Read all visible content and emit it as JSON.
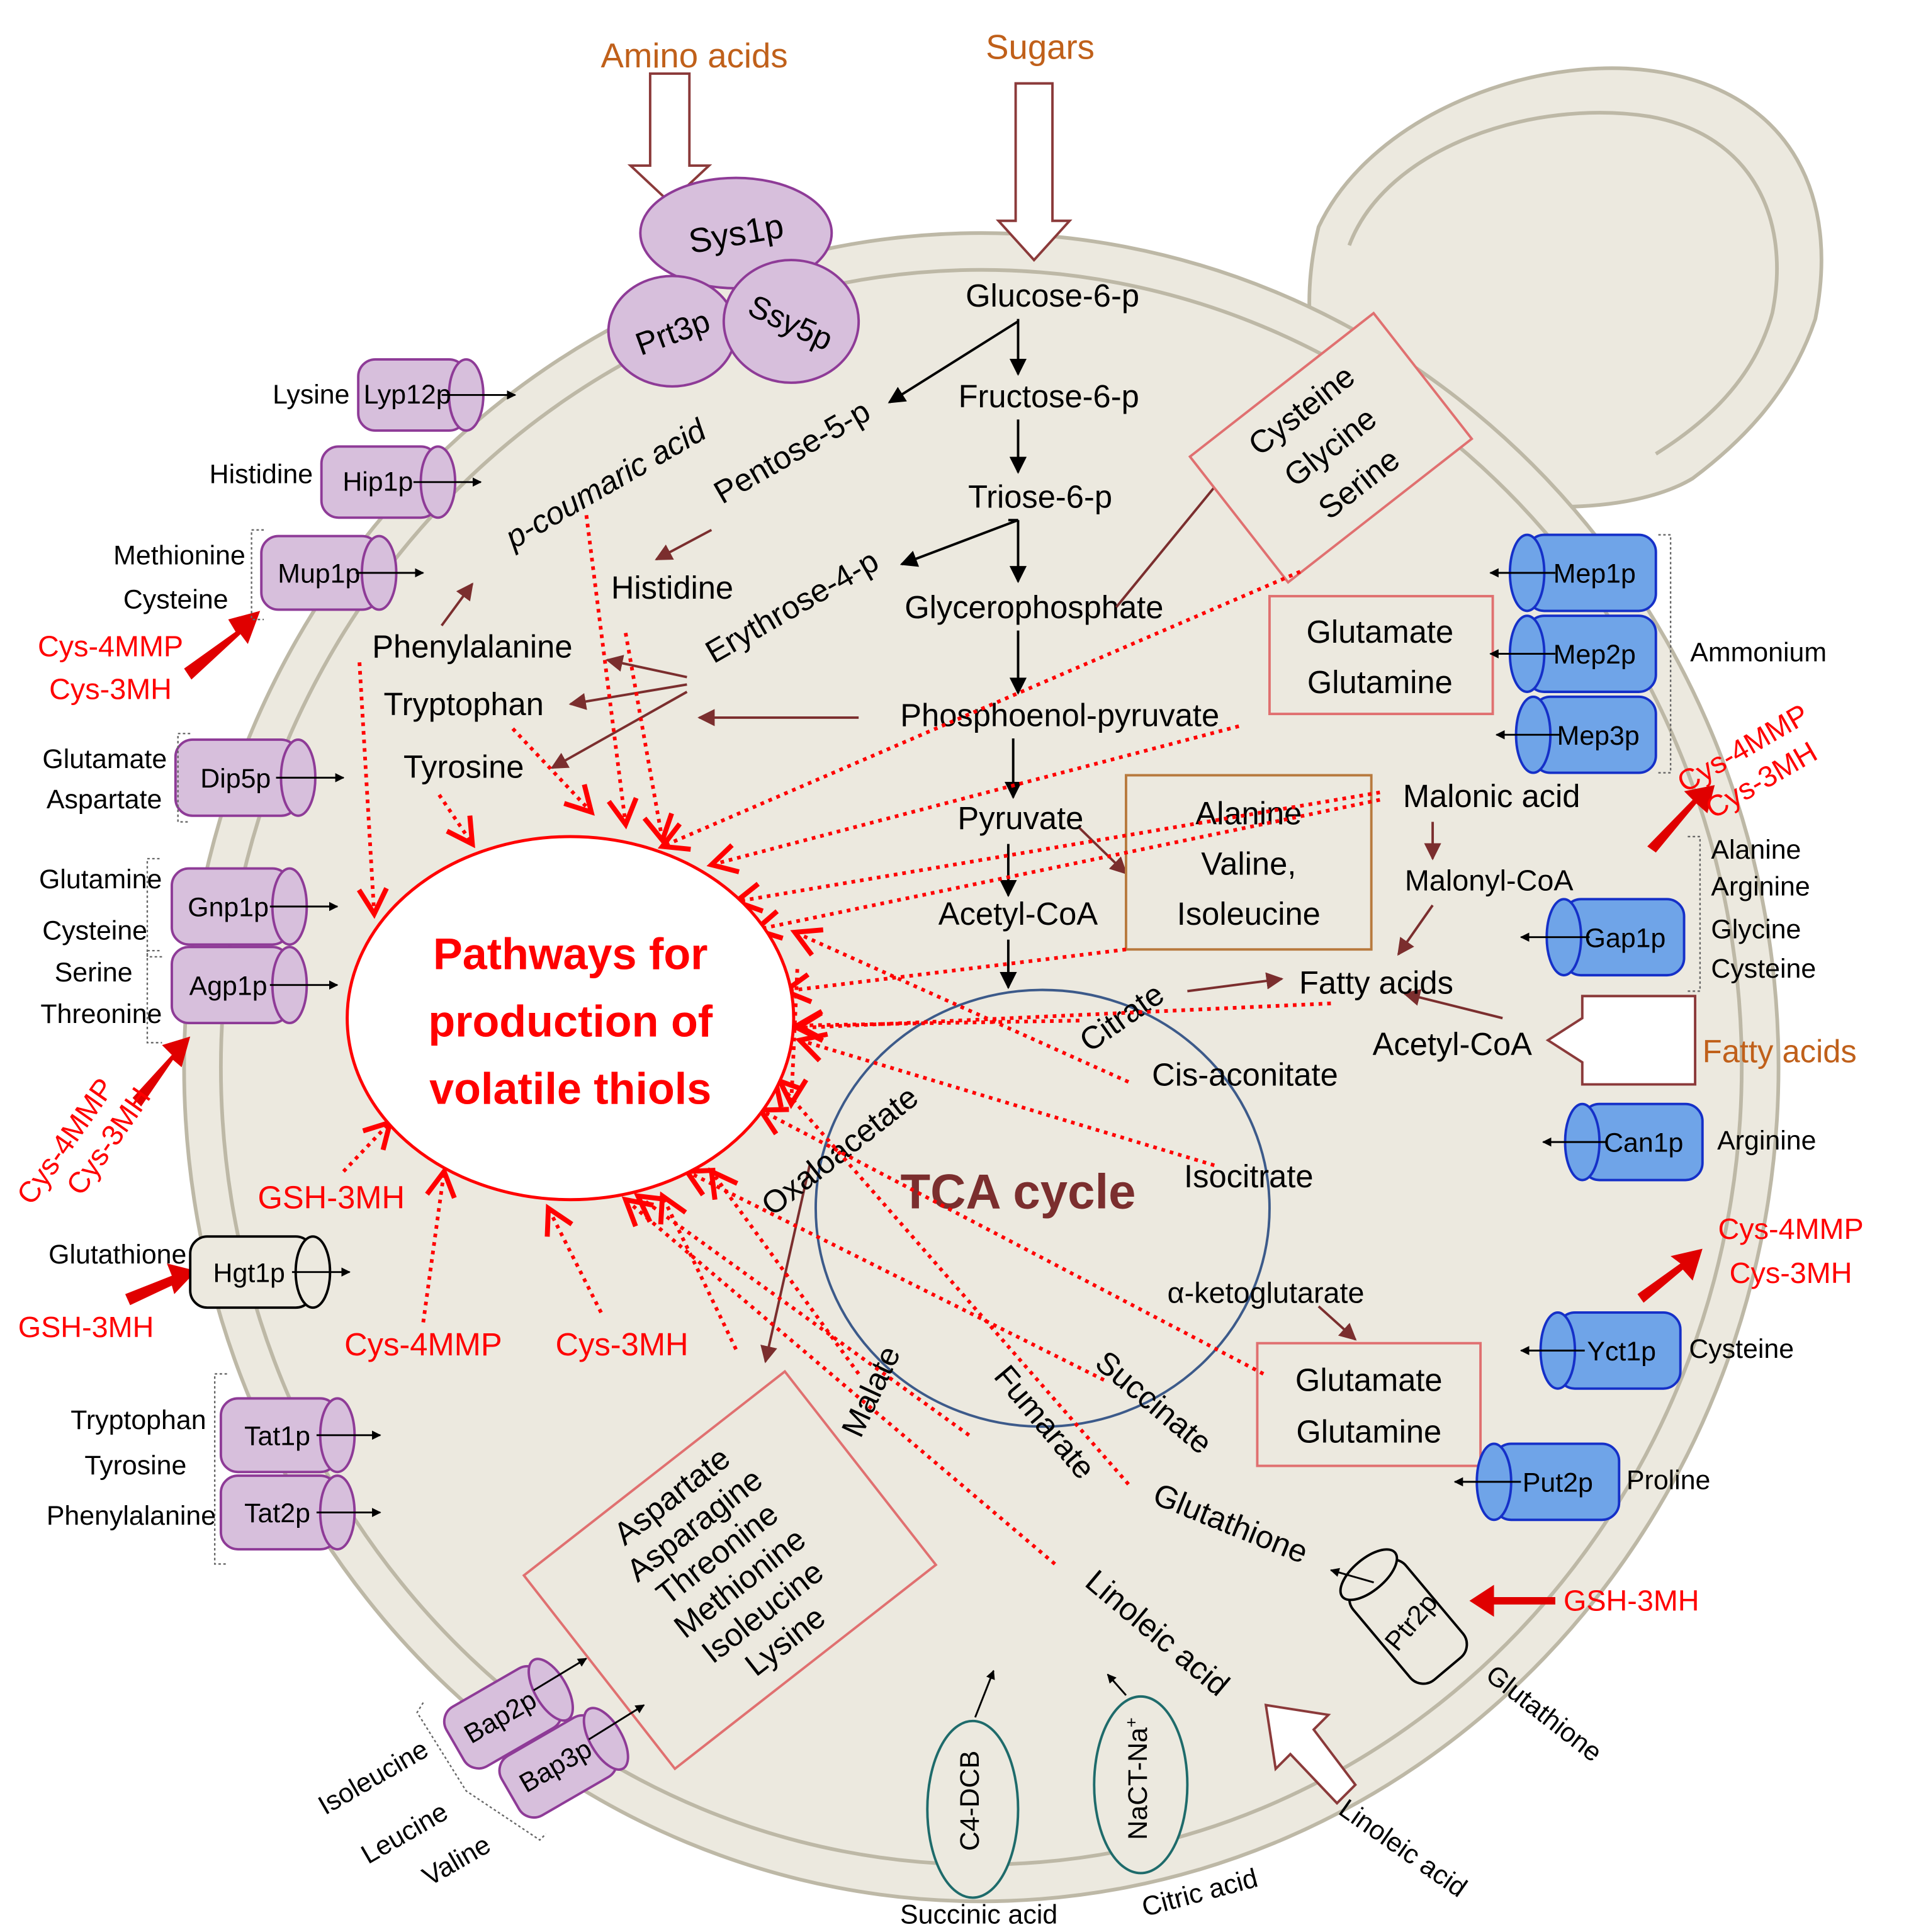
{
  "inputs": {
    "amino_acids": "Amino acids",
    "sugars": "Sugars",
    "fatty_acids": "Fatty acids",
    "linoleic_acid": "Linoleic acid"
  },
  "complex": {
    "sys1p": "Sys1p",
    "prt3p": "Prt3p",
    "ssy5p": "Ssy5p"
  },
  "glycolysis": {
    "glucose6p": "Glucose-6-p",
    "fructose6p": "Fructose-6-p",
    "triose6p": "Triose-6-p",
    "glycerophosphate": "Glycerophosphate",
    "pep": "Phosphoenol-pyruvate",
    "pyruvate": "Pyruvate",
    "acetylcoa": "Acetyl-CoA",
    "pentose5p": "Pentose-5-p",
    "erythrose4p": "Erythrose-4-p",
    "histidine": "Histidine",
    "pcoumaric": "p-coumaric acid",
    "phenylalanine": "Phenylalanine",
    "tryptophan": "Tryptophan",
    "tyrosine": "Tyrosine"
  },
  "boxes": {
    "cys_gly_ser": [
      "Cysteine",
      "Glycine",
      "Serine"
    ],
    "glu_gln_top": [
      "Glutamate",
      "Glutamine"
    ],
    "ala_val_ile": [
      "Alanine",
      "Valine,",
      "Isoleucine"
    ],
    "glu_gln_bottom": [
      "Glutamate",
      "Glutamine"
    ],
    "asp_group": [
      "Aspartate",
      "Asparagine",
      "Threonine",
      "Methionine",
      "Isoleucine",
      "Lysine"
    ]
  },
  "lipid": {
    "malonic": "Malonic acid",
    "malonylcoa": "Malonyl-CoA",
    "fattyacids": "Fatty acids",
    "acetylcoa2": "Acetyl-CoA"
  },
  "tca": {
    "title": "TCA cycle",
    "citrate": "Citrate",
    "cisaconitate": "Cis-aconitate",
    "isocitrate": "Isocitrate",
    "akg": "α-ketoglutarate",
    "succinate": "Succinate",
    "fumarate": "Fumarate",
    "malate": "Malate",
    "oxaloacetate": "Oxaloacetate",
    "glutathione": "Glutathione",
    "linoleic": "Linoleic acid"
  },
  "center": {
    "line1": "Pathways for",
    "line2": "production of",
    "line3": "volatile thiols"
  },
  "precursors": {
    "gsh3mh": "GSH-3MH",
    "cys4mmp": "Cys-4MMP",
    "cys3mh": "Cys-3MH"
  },
  "transporters_left": {
    "lyp12p": "Lyp12p",
    "hip1p": "Hip1p",
    "mup1p": "Mup1p",
    "dip5p": "Dip5p",
    "gnp1p": "Gnp1p",
    "agp1p": "Agp1p",
    "hgt1p": "Hgt1p",
    "tat1p": "Tat1p",
    "tat2p": "Tat2p",
    "bap2p": "Bap2p",
    "bap3p": "Bap3p"
  },
  "substrates_left": {
    "lysine": "Lysine",
    "histidine": "Histidine",
    "methionine": "Methionine",
    "cysteine": "Cysteine",
    "glutamate": "Glutamate",
    "aspartate": "Aspartate",
    "glutamine": "Glutamine",
    "cysteine2": "Cysteine",
    "serine": "Serine",
    "threonine": "Threonine",
    "glutathione": "Glutathione",
    "tryptophan": "Tryptophan",
    "tyrosine": "Tyrosine",
    "phenylalanine": "Phenylalanine",
    "isoleucine": "Isoleucine",
    "leucine": "Leucine",
    "valine": "Valine"
  },
  "transporters_right": {
    "mep1p": "Mep1p",
    "mep2p": "Mep2p",
    "mep3p": "Mep3p",
    "gap1p": "Gap1p",
    "can1p": "Can1p",
    "yct1p": "Yct1p",
    "put2p": "Put2p",
    "ptr2p": "Ptr2p"
  },
  "substrates_right": {
    "ammonium": "Ammonium",
    "alanine": "Alanine",
    "arginine": "Arginine",
    "glycine": "Glycine",
    "cysteine": "Cysteine",
    "arginine2": "Arginine",
    "cysteine2": "Cysteine",
    "proline": "Proline",
    "glutathione": "Glutathione"
  },
  "bottom": {
    "c4dcb": "C4-DCB",
    "nact": "NaCT-Na",
    "nact_sup": "+",
    "succinic": "Succinic acid",
    "citric": "Citric acid",
    "linoleic": "Linoleic acid"
  },
  "colors": {
    "cell_fill": "#ECE9DF",
    "purple": "#D7BFDC",
    "blue": "#6FA4E8",
    "red": "#FF0000",
    "brown": "#7B2E2E",
    "orange": "#C0601A"
  }
}
